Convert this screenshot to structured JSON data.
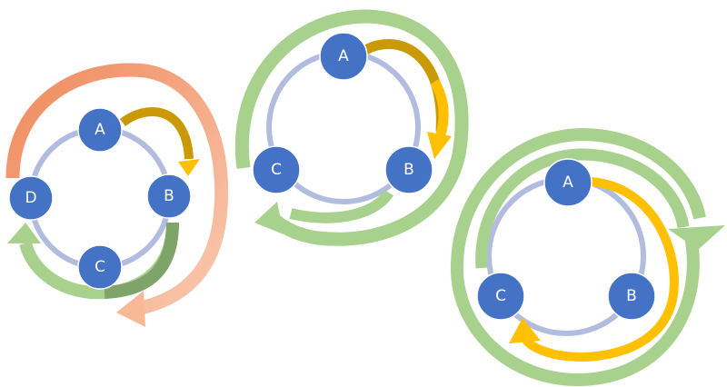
{
  "colors": {
    "ring": "#b1bcdf",
    "node": "#4472c4",
    "gold": "#c99a06",
    "yellow": "#ffc000",
    "orange": "#f4a47c",
    "green": "#a9d18e",
    "green_dark": "#7ea46a"
  },
  "diagrams": [
    {
      "nodes": [
        {
          "label": "A"
        },
        {
          "label": "B"
        },
        {
          "label": "C"
        },
        {
          "label": "D"
        }
      ]
    },
    {
      "nodes": [
        {
          "label": "A"
        },
        {
          "label": "B"
        },
        {
          "label": "C"
        }
      ]
    },
    {
      "nodes": [
        {
          "label": "A"
        },
        {
          "label": "B"
        },
        {
          "label": "C"
        }
      ]
    }
  ]
}
